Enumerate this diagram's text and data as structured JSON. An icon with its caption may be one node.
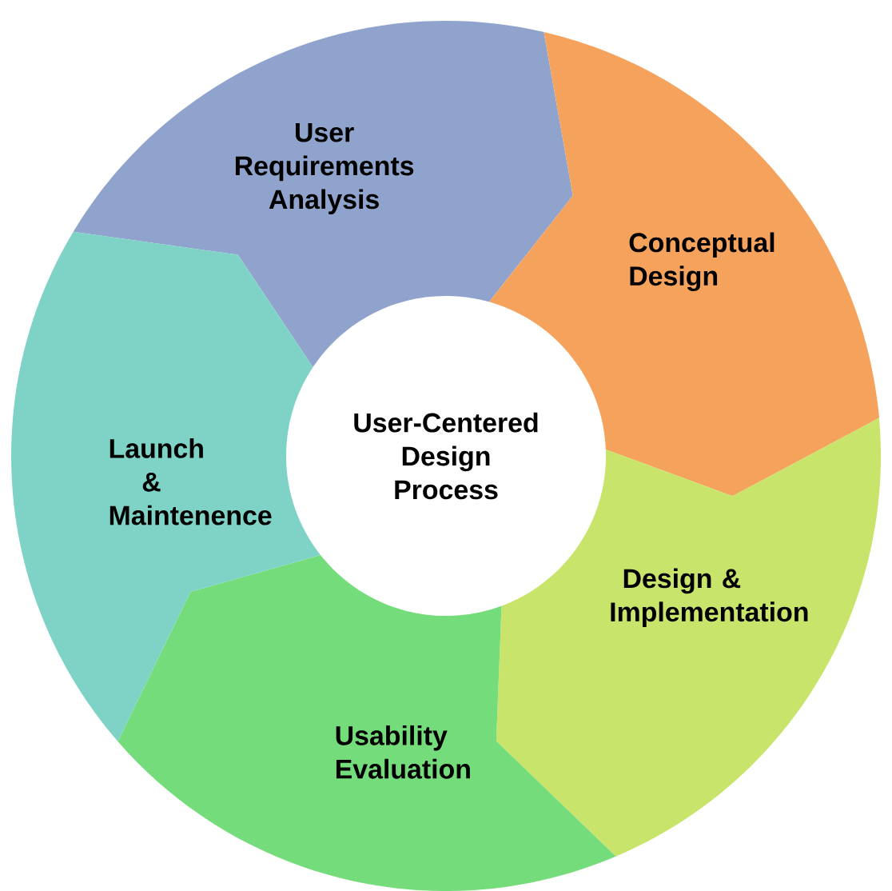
{
  "diagram": {
    "nodes": [
      {
        "text": [
          "User Requirements Analysis"
        ]
      },
      {
        "text": [
          "Conceptual Design"
        ]
      },
      {
        "text": [
          "Design & Implementation"
        ]
      },
      {
        "text": [
          "Usability Evaluation"
        ]
      },
      {
        "text": [
          "Launch & Maintenence"
        ]
      },
      {
        "text": [
          "User-Centered Design Process"
        ]
      }
    ]
  }
}
